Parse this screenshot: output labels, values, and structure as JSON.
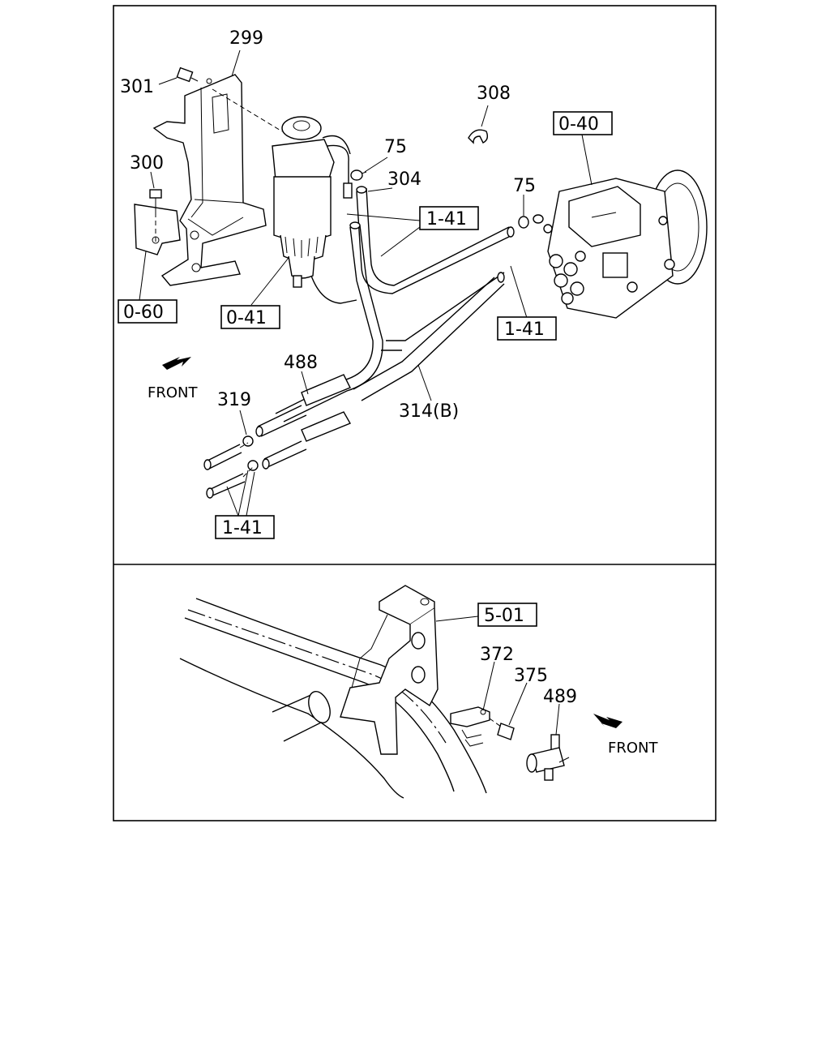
{
  "panels": {
    "top": {
      "labels": {
        "l299": "299",
        "l301": "301",
        "l300": "300",
        "l308": "308",
        "l75a": "75",
        "l304": "304",
        "l75b": "75",
        "l488": "488",
        "l319": "319",
        "l314b": "314(B)"
      },
      "boxed": {
        "b040": "0-40",
        "b141a": "1-41",
        "b060": "0-60",
        "b041": "0-41",
        "b141b": "1-41",
        "b141c": "1-41"
      },
      "front": "FRONT"
    },
    "bottom": {
      "labels": {
        "l372": "372",
        "l375": "375",
        "l489": "489"
      },
      "boxed": {
        "b501": "5-01"
      },
      "front": "FRONT"
    }
  }
}
